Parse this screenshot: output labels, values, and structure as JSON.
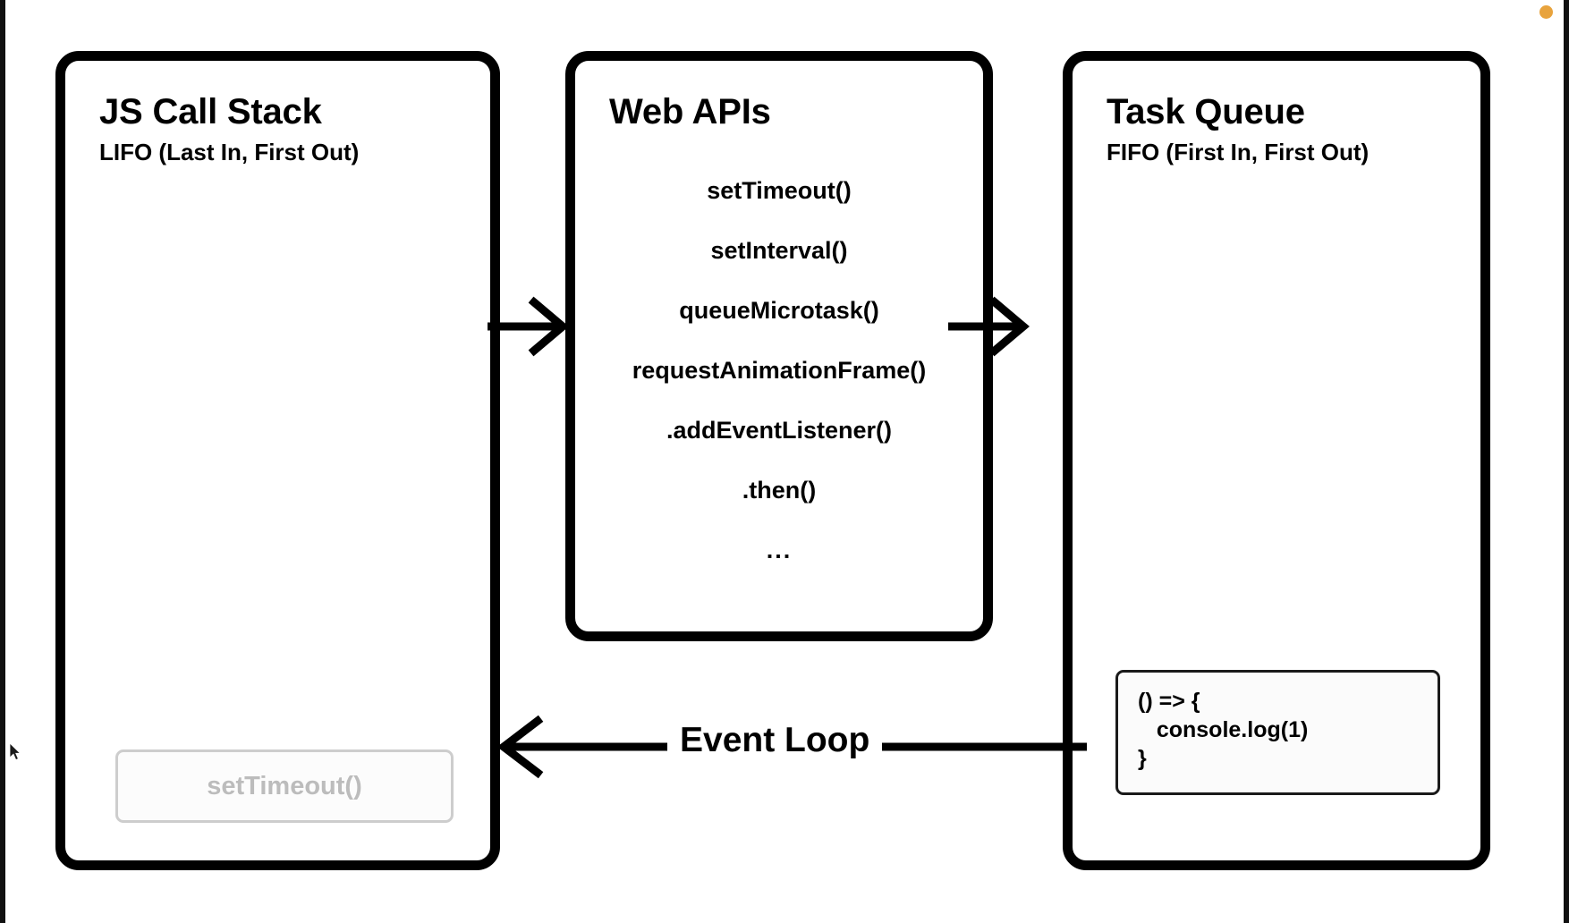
{
  "page": {
    "accent_dot_color": "#e8a33d",
    "stroke_color": "#000000",
    "muted_color": "#bcbcbc",
    "background": "#ffffff"
  },
  "call_stack": {
    "title": "JS Call Stack",
    "subtitle": "LIFO (Last In, First Out)",
    "frames": [
      {
        "label": "setTimeout()",
        "state": "faded"
      }
    ]
  },
  "web_apis": {
    "title": "Web APIs",
    "subtitle": "",
    "items": [
      "setTimeout()",
      "setInterval()",
      "queueMicrotask()",
      "requestAnimationFrame()",
      ".addEventListener()",
      ".then()",
      "..."
    ]
  },
  "task_queue": {
    "title": "Task Queue",
    "subtitle": "FIFO (First In, First Out)",
    "task_card": {
      "lines": [
        "() => {",
        "   console.log(1)",
        "}"
      ]
    }
  },
  "arrows": {
    "stack_to_api": "right-arrow",
    "api_to_queue": "right-arrow",
    "event_loop": {
      "label": "Event Loop",
      "direction": "left-arrow"
    }
  }
}
